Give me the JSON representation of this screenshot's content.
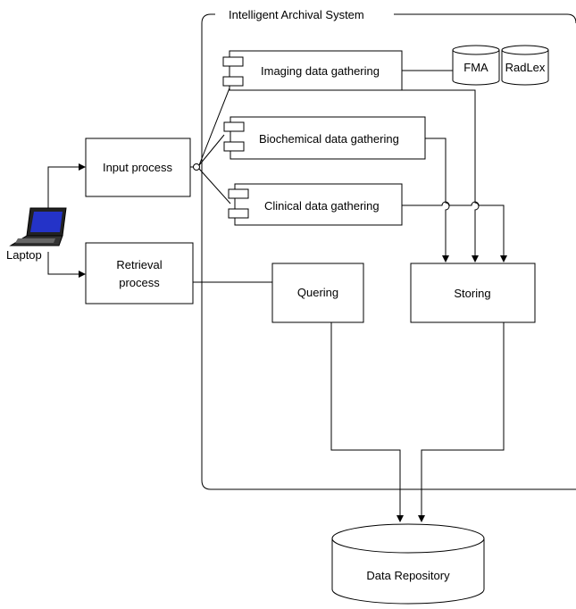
{
  "diagram": {
    "system_label": "Intelligent Archival System",
    "actor": {
      "label": "Laptop"
    },
    "processes": {
      "input": "Input process",
      "retrieval_line1": "Retrieval",
      "retrieval_line2": "process"
    },
    "components": [
      {
        "label": "Imaging data gathering"
      },
      {
        "label": "Biochemical data gathering"
      },
      {
        "label": "Clinical data gathering"
      }
    ],
    "ontologies": [
      "FMA",
      "RadLex"
    ],
    "modules": {
      "querying": "Quering",
      "storing": "Storing"
    },
    "repository": "Data Repository"
  }
}
